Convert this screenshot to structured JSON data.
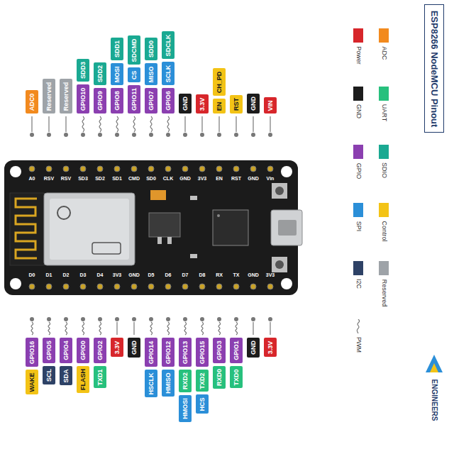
{
  "diagram": {
    "title": "ESP8266 NodeMCU Pinout",
    "nodes": [
      {
        "text": [
          "ADC0"
        ]
      },
      {
        "text": [
          "Reserved"
        ]
      },
      {
        "text": [
          "Reserved"
        ]
      },
      {
        "text": [
          "GPIO10"
        ]
      },
      {
        "text": [
          "SDD3"
        ]
      },
      {
        "text": [
          "GPIO9"
        ]
      },
      {
        "text": [
          "SDD2"
        ]
      },
      {
        "text": [
          "GPIO8"
        ]
      },
      {
        "text": [
          "MOSI"
        ]
      },
      {
        "text": [
          "SDD1"
        ]
      },
      {
        "text": [
          "GPIO11"
        ]
      },
      {
        "text": [
          "CS"
        ]
      },
      {
        "text": [
          "SDCMD"
        ]
      },
      {
        "text": [
          "GPIO7"
        ]
      },
      {
        "text": [
          "MISO"
        ]
      },
      {
        "text": [
          "SDD0"
        ]
      },
      {
        "text": [
          "GPIO6"
        ]
      },
      {
        "text": [
          "SCLK"
        ]
      },
      {
        "text": [
          "SDCLK"
        ]
      },
      {
        "text": [
          "GND"
        ]
      },
      {
        "text": [
          "3.3V"
        ]
      },
      {
        "text": [
          "EN"
        ]
      },
      {
        "text": [
          "CH_PD"
        ]
      },
      {
        "text": [
          "RST"
        ]
      },
      {
        "text": [
          "GND"
        ]
      },
      {
        "text": [
          "VIN"
        ]
      },
      {
        "text": [
          "GPIO16"
        ]
      },
      {
        "text": [
          "WAKE"
        ]
      },
      {
        "text": [
          "GPIO5"
        ]
      },
      {
        "text": [
          "SCL"
        ]
      },
      {
        "text": [
          "GPIO4"
        ]
      },
      {
        "text": [
          "SDA"
        ]
      },
      {
        "text": [
          "GPIO0"
        ]
      },
      {
        "text": [
          "FLASH"
        ]
      },
      {
        "text": [
          "GPIO2"
        ]
      },
      {
        "text": [
          "TXD1"
        ]
      },
      {
        "text": [
          "3.3V"
        ]
      },
      {
        "text": [
          "GND"
        ]
      },
      {
        "text": [
          "GPIO14"
        ]
      },
      {
        "text": [
          "HSCLK"
        ]
      },
      {
        "text": [
          "GPIO12"
        ]
      },
      {
        "text": [
          "HMISO"
        ]
      },
      {
        "text": [
          "GPIO13"
        ]
      },
      {
        "text": [
          "RXD2"
        ]
      },
      {
        "text": [
          "HMOSI"
        ]
      },
      {
        "text": [
          "GPIO15"
        ]
      },
      {
        "text": [
          "TXD2"
        ]
      },
      {
        "text": [
          "HCS"
        ]
      },
      {
        "text": [
          "GPIO3"
        ]
      },
      {
        "text": [
          "RXD0"
        ]
      },
      {
        "text": [
          "GPIO1"
        ]
      },
      {
        "text": [
          "TXD0"
        ]
      },
      {
        "text": [
          "GND"
        ]
      },
      {
        "text": [
          "3.3V"
        ]
      }
    ],
    "labels": [
      "A0",
      "RSV",
      "RSV",
      "SD3",
      "SD2",
      "SD1",
      "CMD",
      "SD0",
      "CLK",
      "GND",
      "3V3",
      "EN",
      "RST",
      "GND",
      "Vin",
      "D0",
      "D1",
      "D2",
      "D3",
      "D4",
      "3V3",
      "GND",
      "D5",
      "D6",
      "D7",
      "D8",
      "RX",
      "TX",
      "GND",
      "3V3",
      "ENGINEERS"
    ],
    "legend": [
      {
        "text": "Power",
        "color": "#d7262b"
      },
      {
        "text": "ADC",
        "color": "#f28a1e"
      },
      {
        "text": "GND",
        "color": "#1c1c1c"
      },
      {
        "text": "UART",
        "color": "#27c07d"
      },
      {
        "text": "GPIO",
        "color": "#8b3fb0"
      },
      {
        "text": "SDIO",
        "color": "#1aa992"
      },
      {
        "text": "SPI",
        "color": "#2b8fd8"
      },
      {
        "text": "Control",
        "color": "#f3c316"
      },
      {
        "text": "I2C",
        "color": "#2e4266"
      },
      {
        "text": "Reserved",
        "color": "#9ea3a8"
      },
      {
        "text": "PWM"
      }
    ]
  }
}
